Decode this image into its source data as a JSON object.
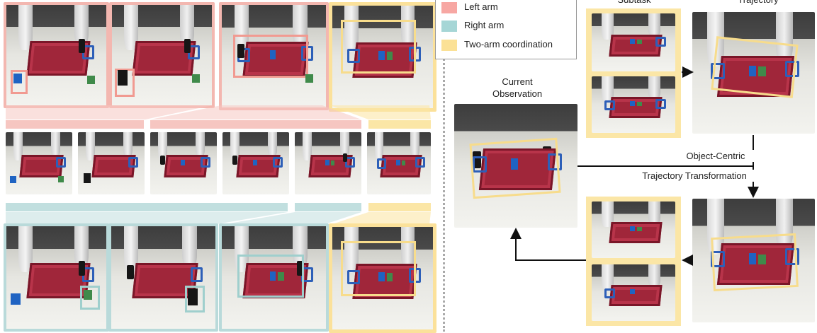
{
  "legend": {
    "left_arm": "Left arm",
    "right_arm": "Right arm",
    "two_arm": "Two-arm coordination"
  },
  "labels": {
    "subtask": "Subtask",
    "trajectory": "Trajectory",
    "current_observation_line1": "Current",
    "current_observation_line2": "Observation",
    "transform_line1": "Object-Centric",
    "transform_line2": "Trajectory Transformation"
  },
  "colors": {
    "left_arm": "#f6c6c1",
    "right_arm": "#c1dfdf",
    "two_arm": "#fbe6a6"
  }
}
